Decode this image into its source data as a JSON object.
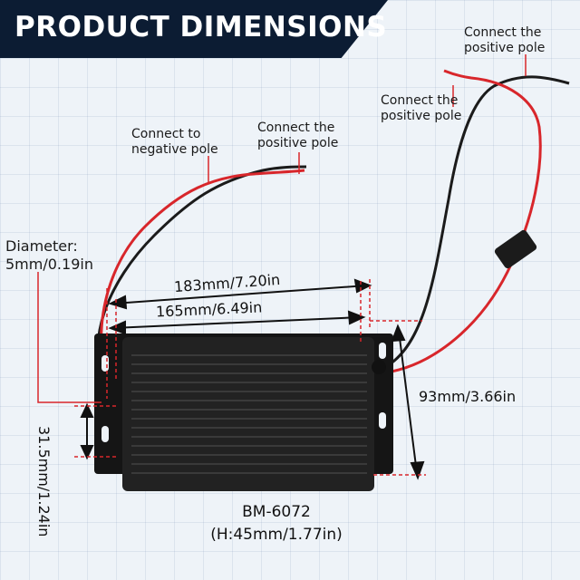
{
  "banner": {
    "title": "PRODUCT DIMENSIONS"
  },
  "labels": {
    "connect_negative": "Connect to\nnegative pole",
    "connect_positive_left": "Connect the\npositive pole",
    "connect_positive_mid": "Connect the\npositive pole",
    "connect_positive_top": "Connect the\npositive pole",
    "diameter": "Diameter:\n5mm/0.19in"
  },
  "dimensions": {
    "length_outer": "183mm/7.20in",
    "length_inner": "165mm/6.49in",
    "width": "93mm/3.66in",
    "hole_spacing": "31.5mm/1.24in"
  },
  "product": {
    "model": "BM-6072",
    "height": "(H:45mm/1.77in)"
  },
  "colors": {
    "banner_bg": "#0c1c33",
    "red_wire": "#d8262b",
    "black_wire": "#1b1b1b",
    "dim_line": "#d8262b"
  }
}
